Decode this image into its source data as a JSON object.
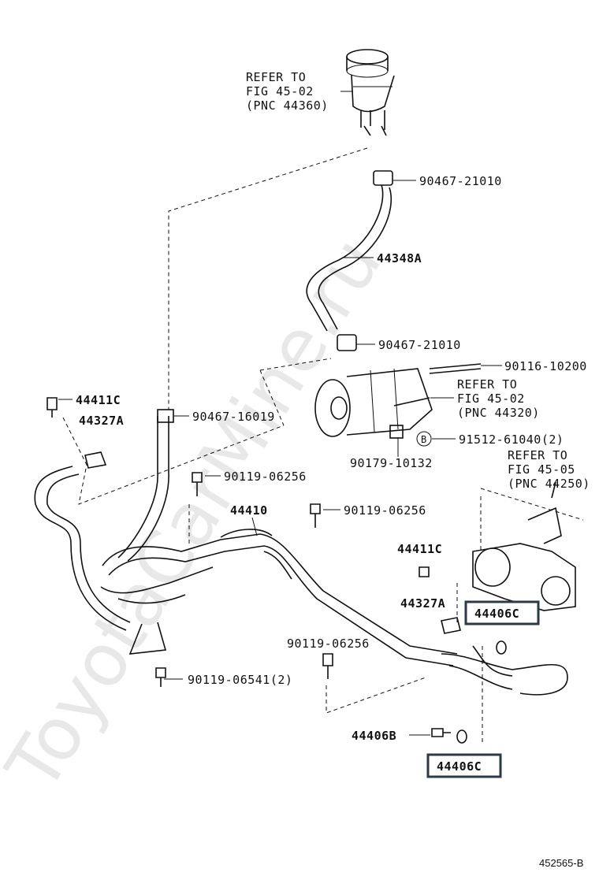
{
  "watermark": "ToyotaCarMine.ru",
  "figure_code": "452565-B",
  "labels": {
    "refer_4436": [
      "REFER TO",
      "FIG 45-02",
      "(PNC 44360)"
    ],
    "refer_4432": [
      "REFER TO",
      "FIG 45-02",
      "(PNC 44320)"
    ],
    "refer_4425": [
      "REFER TO",
      "FIG 45-05",
      "(PNC 44250)"
    ],
    "p_90467_21010_a": "90467-21010",
    "p_44348A": "44348A",
    "p_90467_21010_b": "90467-21010",
    "p_90116_10200": "90116-10200",
    "p_44411C_a": "44411C",
    "p_44327A_a": "44327A",
    "p_90467_16019": "90467-16019",
    "p_91512_61040": "91512-61040(2)",
    "b_marker": "B",
    "p_90179_10132": "90179-10132",
    "p_90119_06256_a": "90119-06256",
    "p_44410": "44410",
    "p_90119_06256_b": "90119-06256",
    "p_44411C_b": "44411C",
    "p_44327A_b": "44327A",
    "p_44406C_a": "44406C",
    "p_90119_06256_c": "90119-06256",
    "p_90119_06541": "90119-06541(2)",
    "p_44406B": "44406B",
    "p_44406C_b": "44406C"
  }
}
